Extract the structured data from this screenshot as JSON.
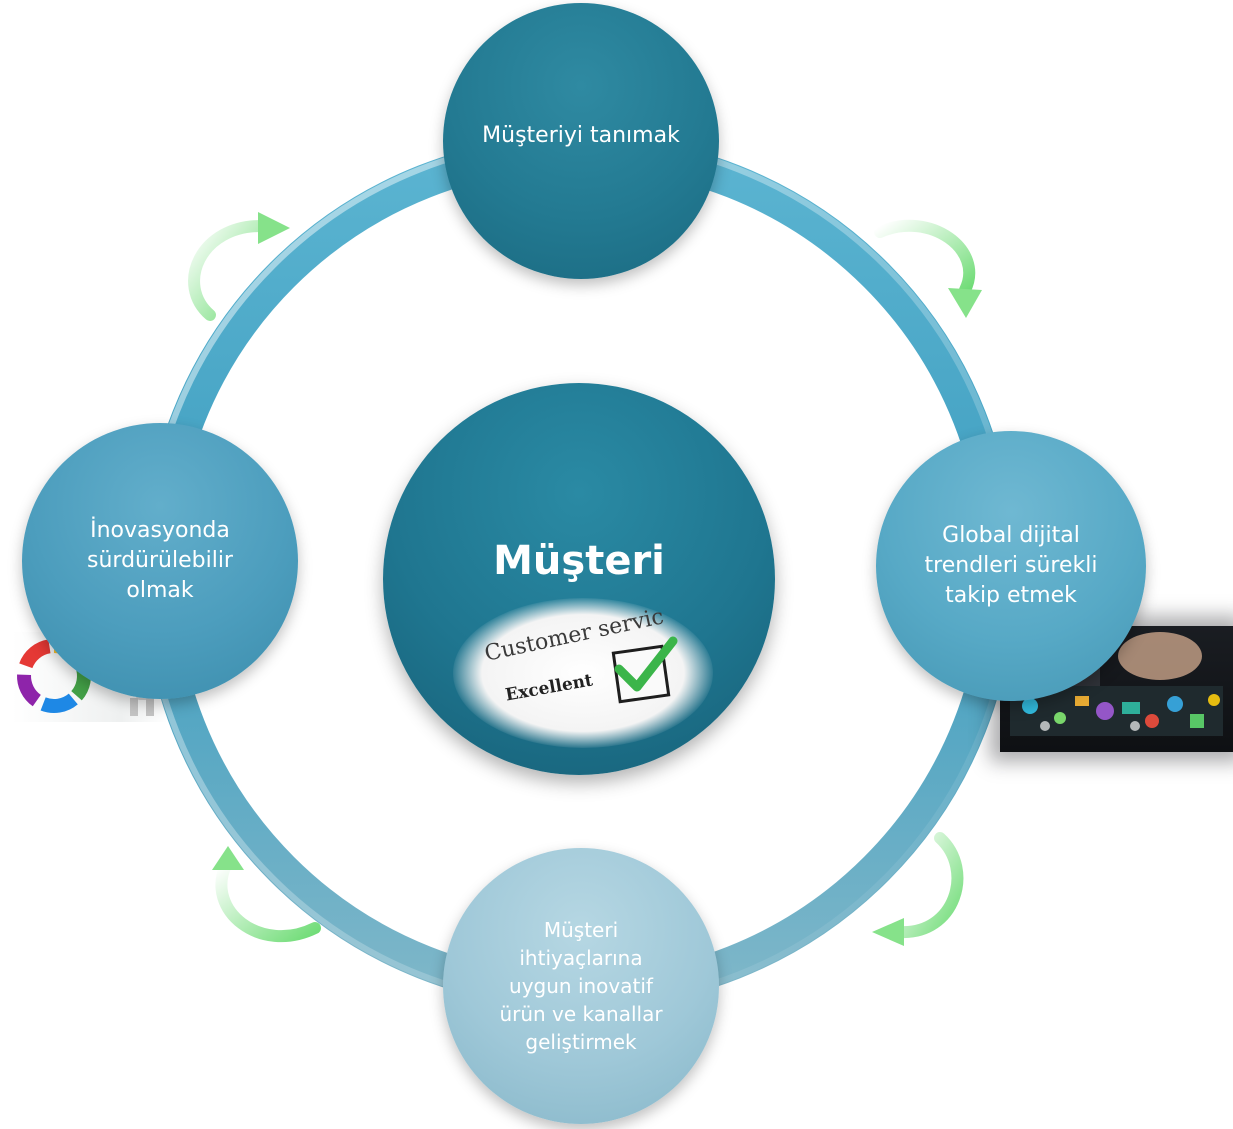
{
  "diagram": {
    "center_title": "Müşteri",
    "center_badge": {
      "line1": "Customer servic",
      "line2": "Excellent",
      "check_color": "#3bb54a"
    },
    "nodes": [
      {
        "id": "top",
        "label": "Müşteriyi tanımak"
      },
      {
        "id": "right",
        "label": "Global dijital trendleri sürekli takip etmek"
      },
      {
        "id": "bottom",
        "label": "Müşteri ihtiyaçlarına uygun inovatif ürün ve kanallar geliştirmek"
      },
      {
        "id": "left",
        "label": "İnovasyonda sürdürülebilir olmak"
      }
    ],
    "colors": {
      "ring": "#4aa6c4",
      "arrow": "#86e28a",
      "node_top": "#237a92",
      "node_right": "#57a9c6",
      "node_bottom": "#9fc8d8",
      "node_left": "#4c9dbd",
      "center": "#1f7690"
    },
    "icons": [
      "circular-arrow-icon",
      "puzzle-cycle-icon",
      "digital-tech-image",
      "checkmark-icon"
    ]
  }
}
